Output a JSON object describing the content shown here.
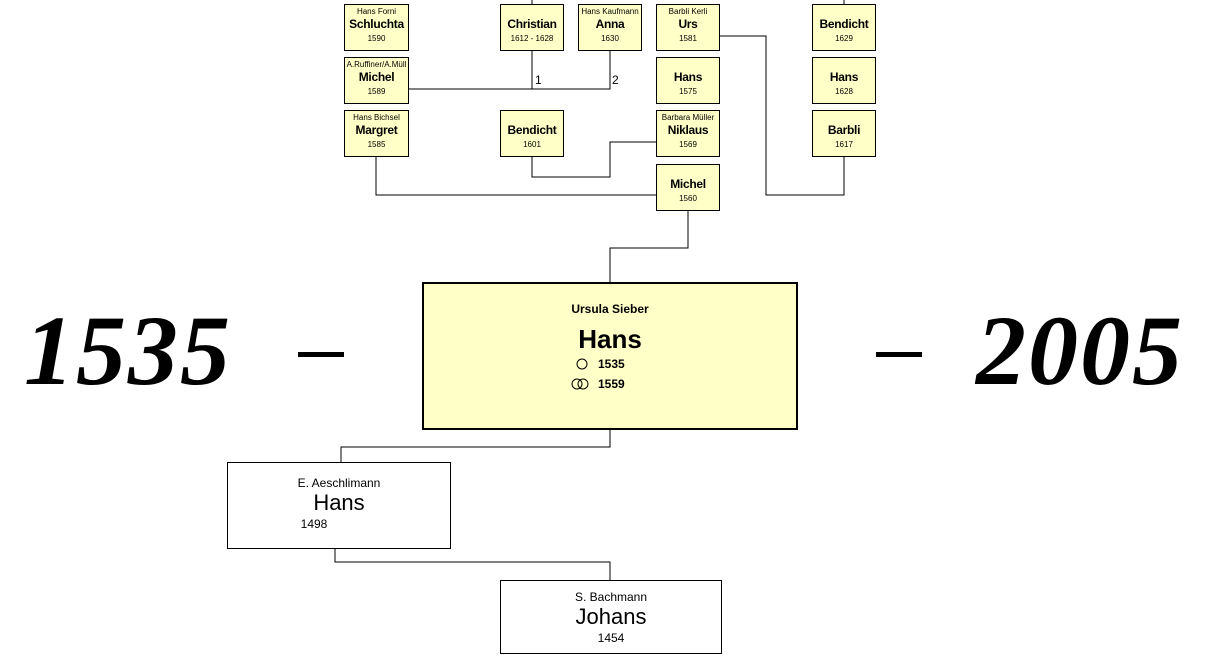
{
  "years": {
    "start": "1535",
    "end": "2005"
  },
  "center_person": {
    "spouse": "Ursula Sieber",
    "name": "Hans",
    "birth_icon": "circle-icon",
    "birth_year": "1535",
    "marriage_icon": "rings-icon",
    "marriage_year": "1559"
  },
  "ancestors": [
    {
      "spouse": "E. Aeschlimann",
      "name": "Hans",
      "year": "1498"
    },
    {
      "spouse": "S. Bachmann",
      "name": "Johans",
      "year": "1454"
    }
  ],
  "descendants": {
    "schluchta": {
      "spouse": "Hans Forni",
      "name": "Schluchta",
      "year": "1590"
    },
    "christian": {
      "spouse": "",
      "name": "Christian",
      "year": "1612 - 1628"
    },
    "anna": {
      "spouse": "Hans Kaufmann",
      "name": "Anna",
      "year": "1630"
    },
    "urs": {
      "spouse": "Barbli Kerli",
      "name": "Urs",
      "year": "1581"
    },
    "bendicht_1629": {
      "spouse": "",
      "name": "Bendicht",
      "year": "1629"
    },
    "michel_1589": {
      "spouse": "A.Ruffiner/A.Müll",
      "name": "Michel",
      "year": "1589"
    },
    "hans_1575": {
      "spouse": "",
      "name": "Hans",
      "year": "1575"
    },
    "hans_1628": {
      "spouse": "",
      "name": "Hans",
      "year": "1628"
    },
    "margret": {
      "spouse": "Hans Bichsel",
      "name": "Margret",
      "year": "1585"
    },
    "bendicht_1601": {
      "spouse": "",
      "name": "Bendicht",
      "year": "1601"
    },
    "niklaus": {
      "spouse": "Barbara Müller",
      "name": "Niklaus",
      "year": "1569"
    },
    "barbli": {
      "spouse": "",
      "name": "Barbli",
      "year": "1617"
    },
    "michel_1560": {
      "spouse": "",
      "name": "Michel",
      "year": "1560"
    }
  },
  "marriage_labels": {
    "first": "1",
    "second": "2"
  }
}
